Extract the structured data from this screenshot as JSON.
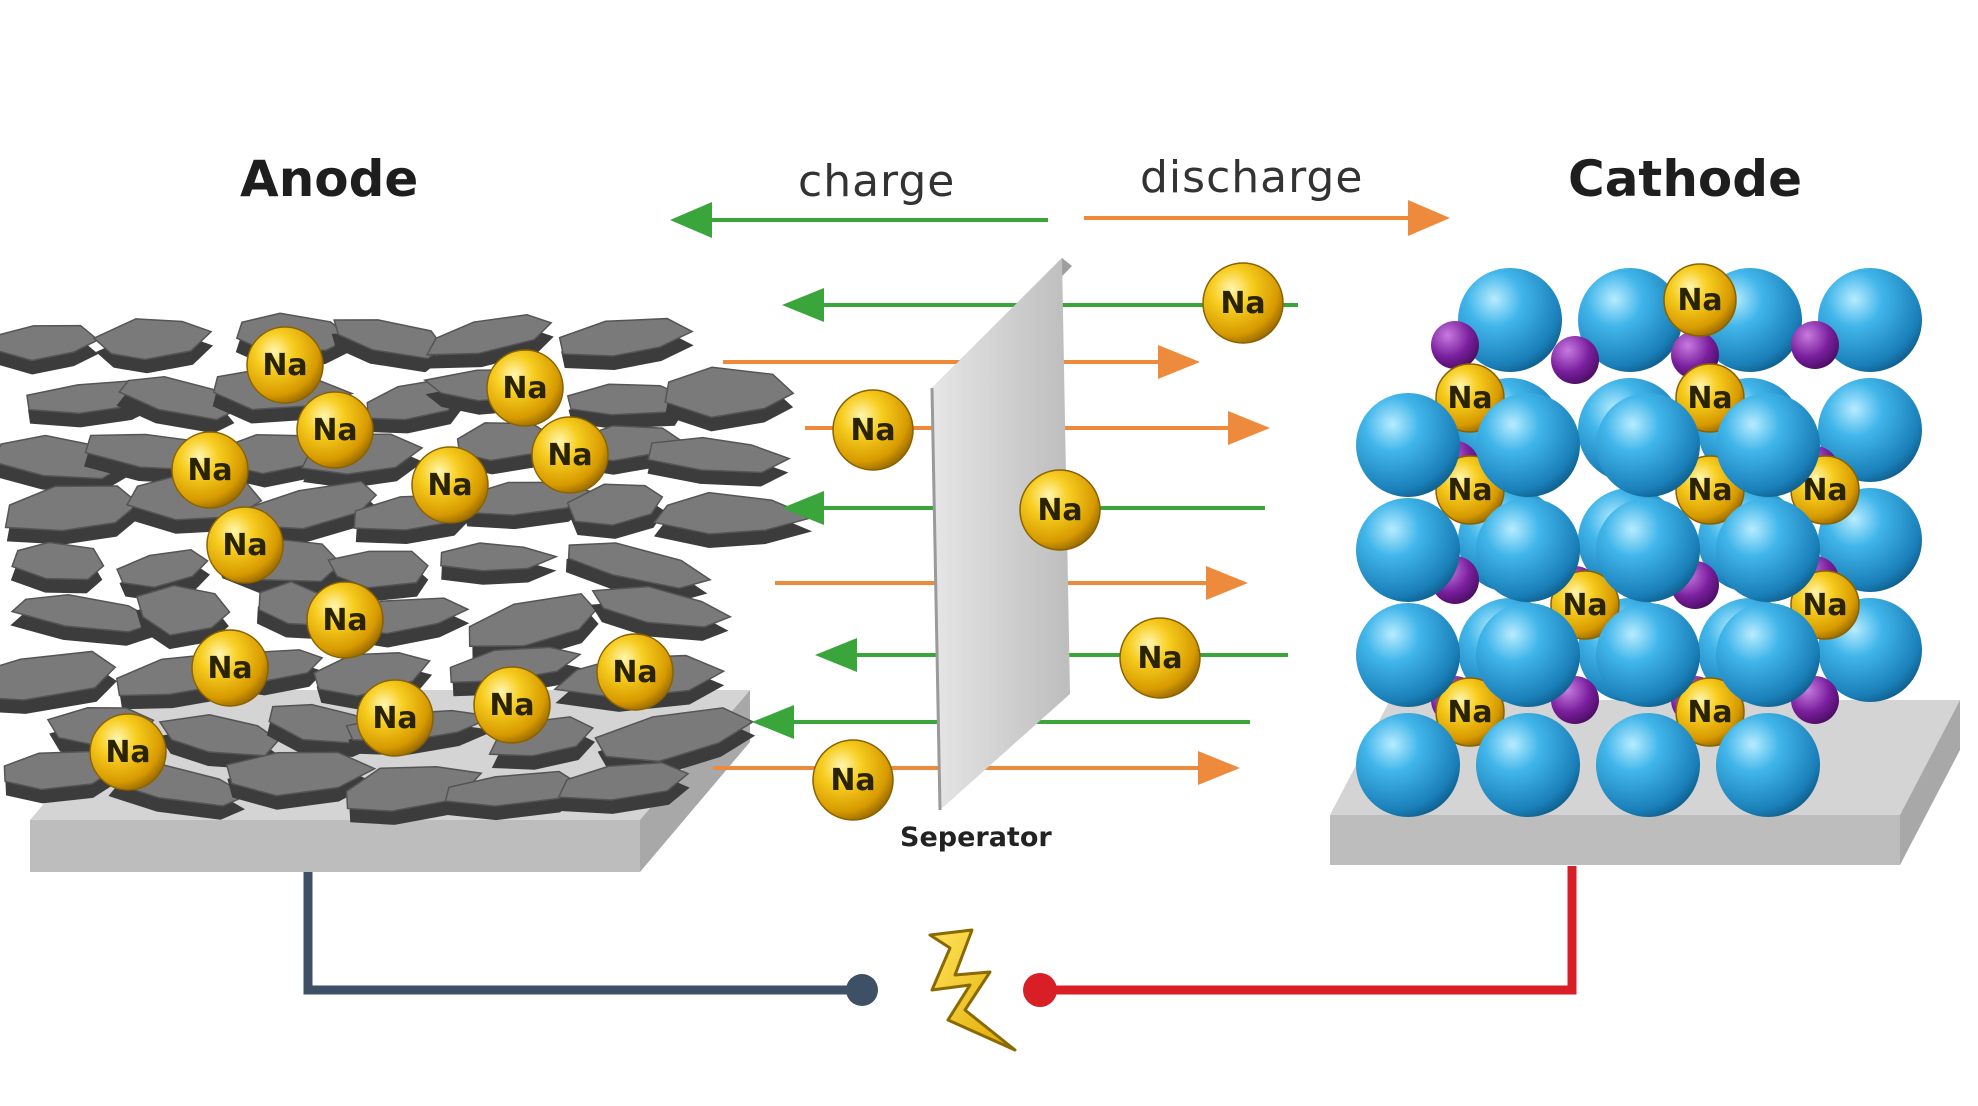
{
  "labels": {
    "anode": "Anode",
    "cathode": "Cathode",
    "charge": "charge",
    "discharge": "discharge",
    "separator": "Seperator"
  },
  "ion_label": "Na",
  "colors": {
    "charge_arrow": "#3aa53a",
    "discharge_arrow": "#ee8a3c",
    "anode_wire": "#3d5066",
    "cathode_wire": "#d91f26",
    "sodium_ion": "#f2b400",
    "cathode_host_sphere": "#2a9fd8",
    "cathode_small_sphere": "#7a1f9e",
    "anode_flakes": "#707070",
    "separator": "#c8c8c8",
    "lightning": "#f5c400"
  },
  "icons": [
    "lightning-bolt-icon"
  ]
}
